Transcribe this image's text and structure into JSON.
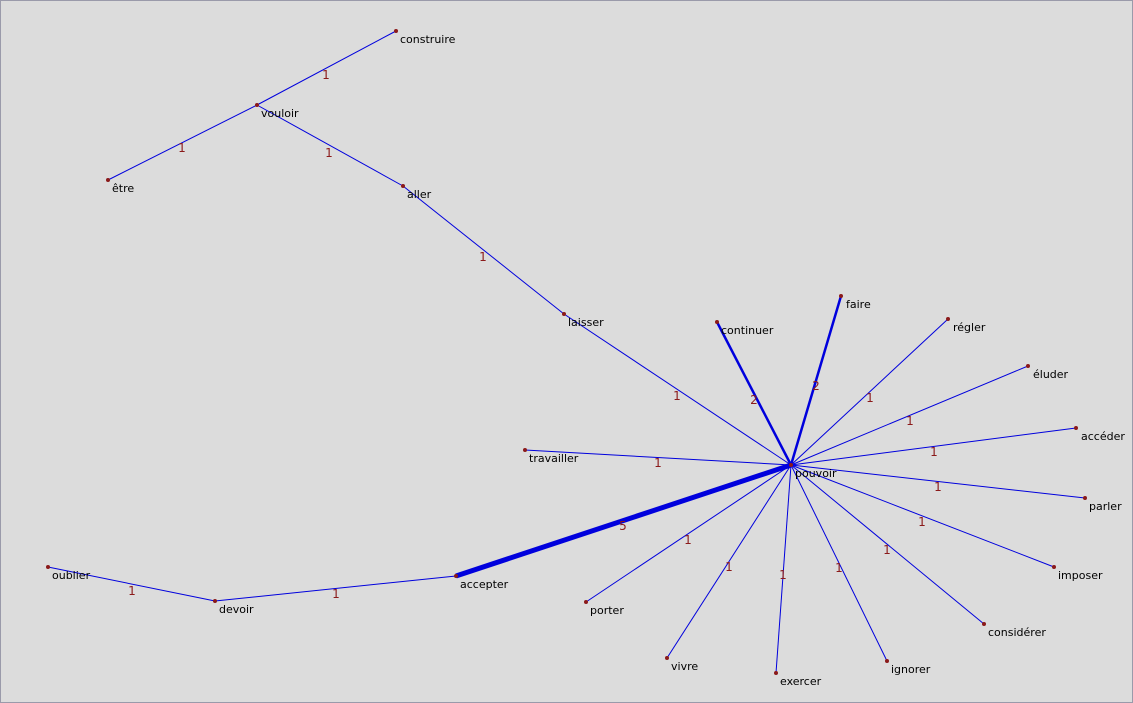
{
  "colors": {
    "background": "#dcdcdc",
    "edge": "#0000dd",
    "node": "#8b1a1a",
    "edge_label": "#8b1a1a",
    "node_label": "#000000"
  },
  "nodes": [
    {
      "id": "construire",
      "label": "construire"
    },
    {
      "id": "vouloir",
      "label": "vouloir"
    },
    {
      "id": "etre",
      "label": "être"
    },
    {
      "id": "aller",
      "label": "aller"
    },
    {
      "id": "laisser",
      "label": "laisser"
    },
    {
      "id": "continuer",
      "label": "continuer"
    },
    {
      "id": "faire",
      "label": "faire"
    },
    {
      "id": "regler",
      "label": "régler"
    },
    {
      "id": "eluder",
      "label": "éluder"
    },
    {
      "id": "acceder",
      "label": "accéder"
    },
    {
      "id": "travailler",
      "label": "travailler"
    },
    {
      "id": "pouvoir",
      "label": "pouvoir"
    },
    {
      "id": "parler",
      "label": "parler"
    },
    {
      "id": "imposer",
      "label": "imposer"
    },
    {
      "id": "considerer",
      "label": "considérer"
    },
    {
      "id": "ignorer",
      "label": "ignorer"
    },
    {
      "id": "exercer",
      "label": "exercer"
    },
    {
      "id": "vivre",
      "label": "vivre"
    },
    {
      "id": "porter",
      "label": "porter"
    },
    {
      "id": "accepter",
      "label": "accepter"
    },
    {
      "id": "devoir",
      "label": "devoir"
    },
    {
      "id": "oublier",
      "label": "oublier"
    }
  ],
  "edges": [
    {
      "source": "vouloir",
      "target": "construire",
      "weight": "1"
    },
    {
      "source": "etre",
      "target": "vouloir",
      "weight": "1"
    },
    {
      "source": "vouloir",
      "target": "aller",
      "weight": "1"
    },
    {
      "source": "aller",
      "target": "laisser",
      "weight": "1"
    },
    {
      "source": "laisser",
      "target": "pouvoir",
      "weight": "1"
    },
    {
      "source": "continuer",
      "target": "pouvoir",
      "weight": "2"
    },
    {
      "source": "faire",
      "target": "pouvoir",
      "weight": "2"
    },
    {
      "source": "regler",
      "target": "pouvoir",
      "weight": "1"
    },
    {
      "source": "eluder",
      "target": "pouvoir",
      "weight": "1"
    },
    {
      "source": "acceder",
      "target": "pouvoir",
      "weight": "1"
    },
    {
      "source": "travailler",
      "target": "pouvoir",
      "weight": "1"
    },
    {
      "source": "parler",
      "target": "pouvoir",
      "weight": "1"
    },
    {
      "source": "imposer",
      "target": "pouvoir",
      "weight": "1"
    },
    {
      "source": "considerer",
      "target": "pouvoir",
      "weight": "1"
    },
    {
      "source": "ignorer",
      "target": "pouvoir",
      "weight": "1"
    },
    {
      "source": "exercer",
      "target": "pouvoir",
      "weight": "1"
    },
    {
      "source": "vivre",
      "target": "pouvoir",
      "weight": "1"
    },
    {
      "source": "porter",
      "target": "pouvoir",
      "weight": "1"
    },
    {
      "source": "accepter",
      "target": "pouvoir",
      "weight": "5"
    },
    {
      "source": "devoir",
      "target": "accepter",
      "weight": "1"
    },
    {
      "source": "oublier",
      "target": "devoir",
      "weight": "1"
    }
  ]
}
